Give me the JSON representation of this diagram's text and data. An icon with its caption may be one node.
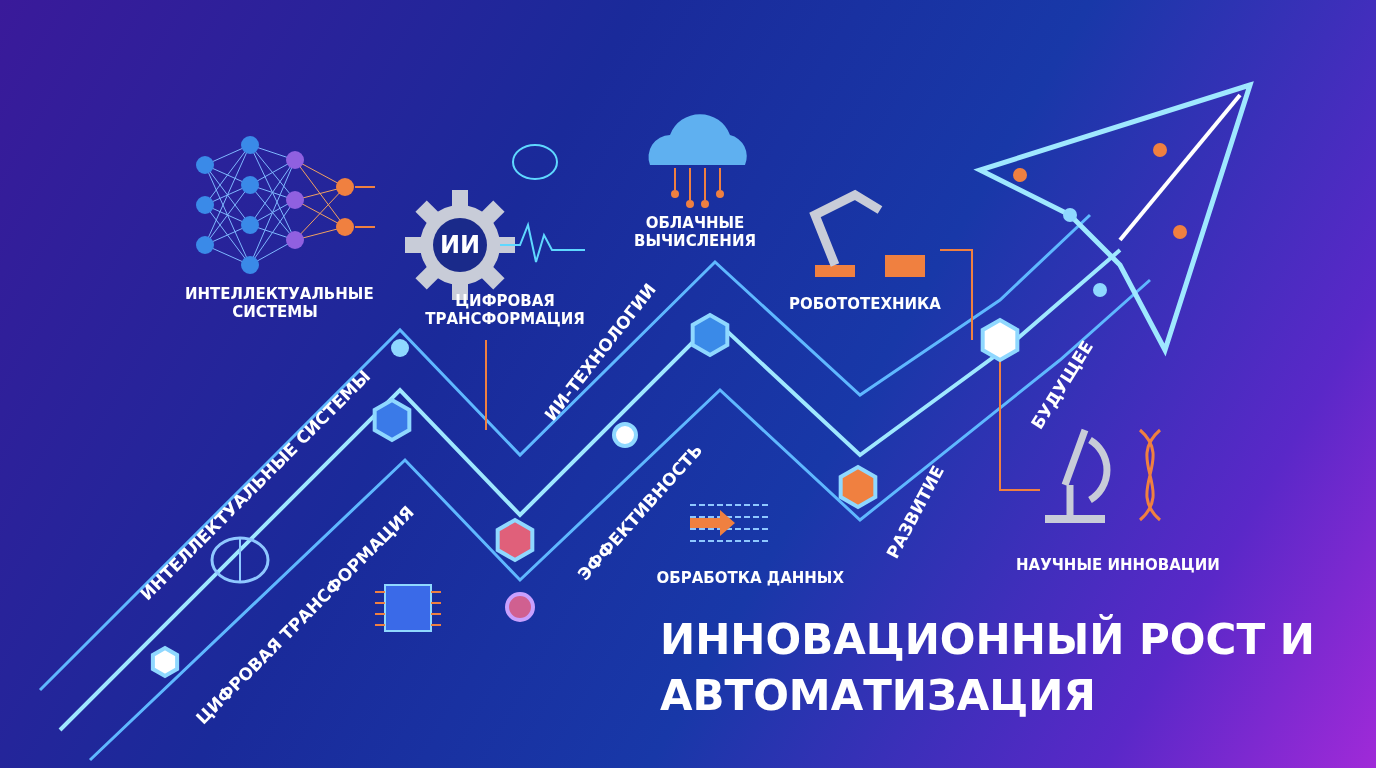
{
  "diagram": {
    "title": "ИННОВАЦИОННЫЙ РОСТ И АВТОМАТИЗАЦИЯ",
    "labels": [
      "ИНТЕЛЛЕКТУАЛЬНЫЕ СИСТЕМЫ",
      "ИИ",
      "ЦИФРОВАЯ ТРАНСФОРМАЦИЯ",
      "ОБЛАЧНЫЕ ВЫЧИСЛЕНИЯ",
      "РОБОТОТЕХНИКА",
      "ИИ-ТЕХНОЛОГИИ",
      "ИНТЕЛЛЕКТУАЛЬНЫЕ СИСТЕМЫ",
      "ЭФФЕКТИВНОСТЬ",
      "БУДУЩЕЕ",
      "РАЗВИТИЕ",
      "ЦИФРОВАЯ ТРАНСФОРМАЦИЯ",
      "ОБРАБОТКА ДАННЫХ",
      "НАУЧНЫЕ ИННОВАЦИИ"
    ]
  }
}
